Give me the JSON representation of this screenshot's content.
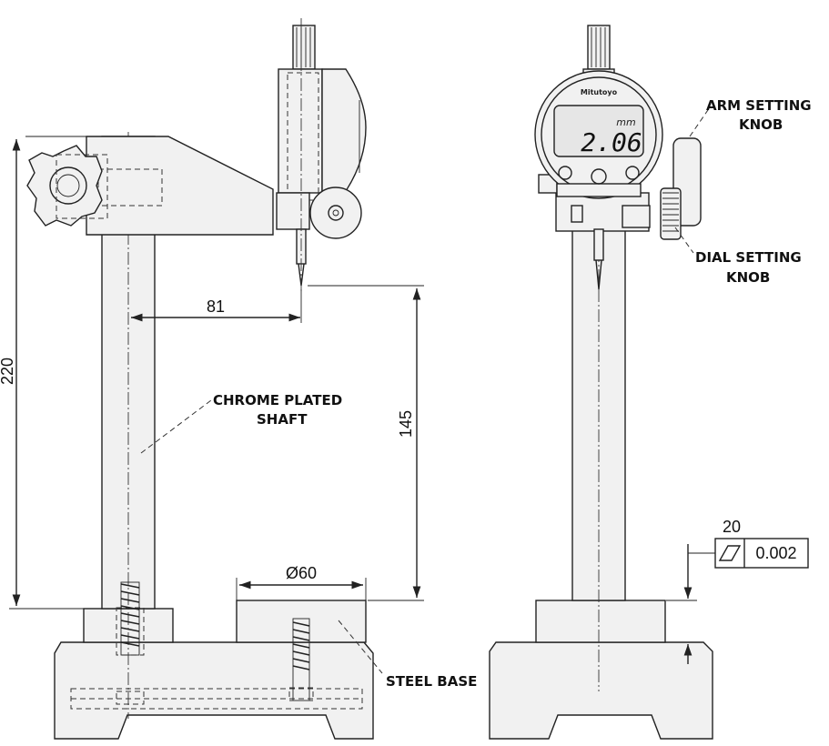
{
  "labels": {
    "arm_knob_1": "ARM SETTING",
    "arm_knob_2": "KNOB",
    "dial_knob_1": "DIAL SETTING",
    "dial_knob_2": "KNOB",
    "shaft_1": "CHROME PLATED",
    "shaft_2": "SHAFT",
    "steel_base": "STEEL BASE"
  },
  "dimensions": {
    "height_total": "220",
    "reach": "81",
    "stroke_height": "145",
    "anvil_diameter": "Ø60",
    "flatness_length": "20",
    "flatness_value": "0.002"
  },
  "indicator": {
    "brand": "Mitutoyo",
    "unit": "mm",
    "reading": "2.06"
  }
}
